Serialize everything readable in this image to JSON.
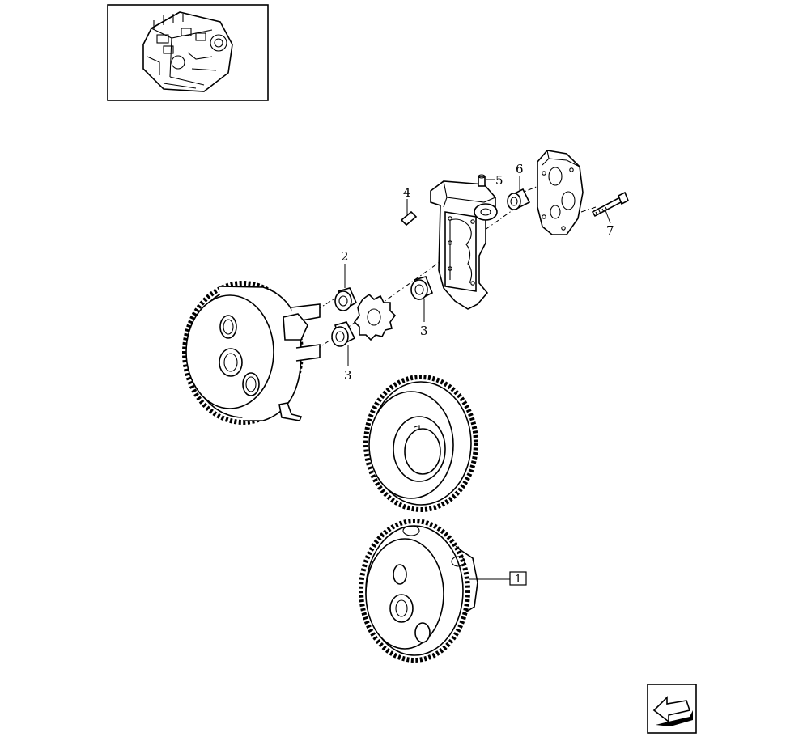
{
  "callouts": {
    "c1": "1",
    "c2": "2",
    "c3a": "3",
    "c3b": "3",
    "c4": "4",
    "c5": "5",
    "c6": "6",
    "c7": "7"
  },
  "icons": {
    "thumbnail": "engine-thumbnail-icon",
    "navigation": "back-arrow-icon"
  },
  "colors": {
    "ink": "#000000",
    "paper": "#ffffff"
  }
}
